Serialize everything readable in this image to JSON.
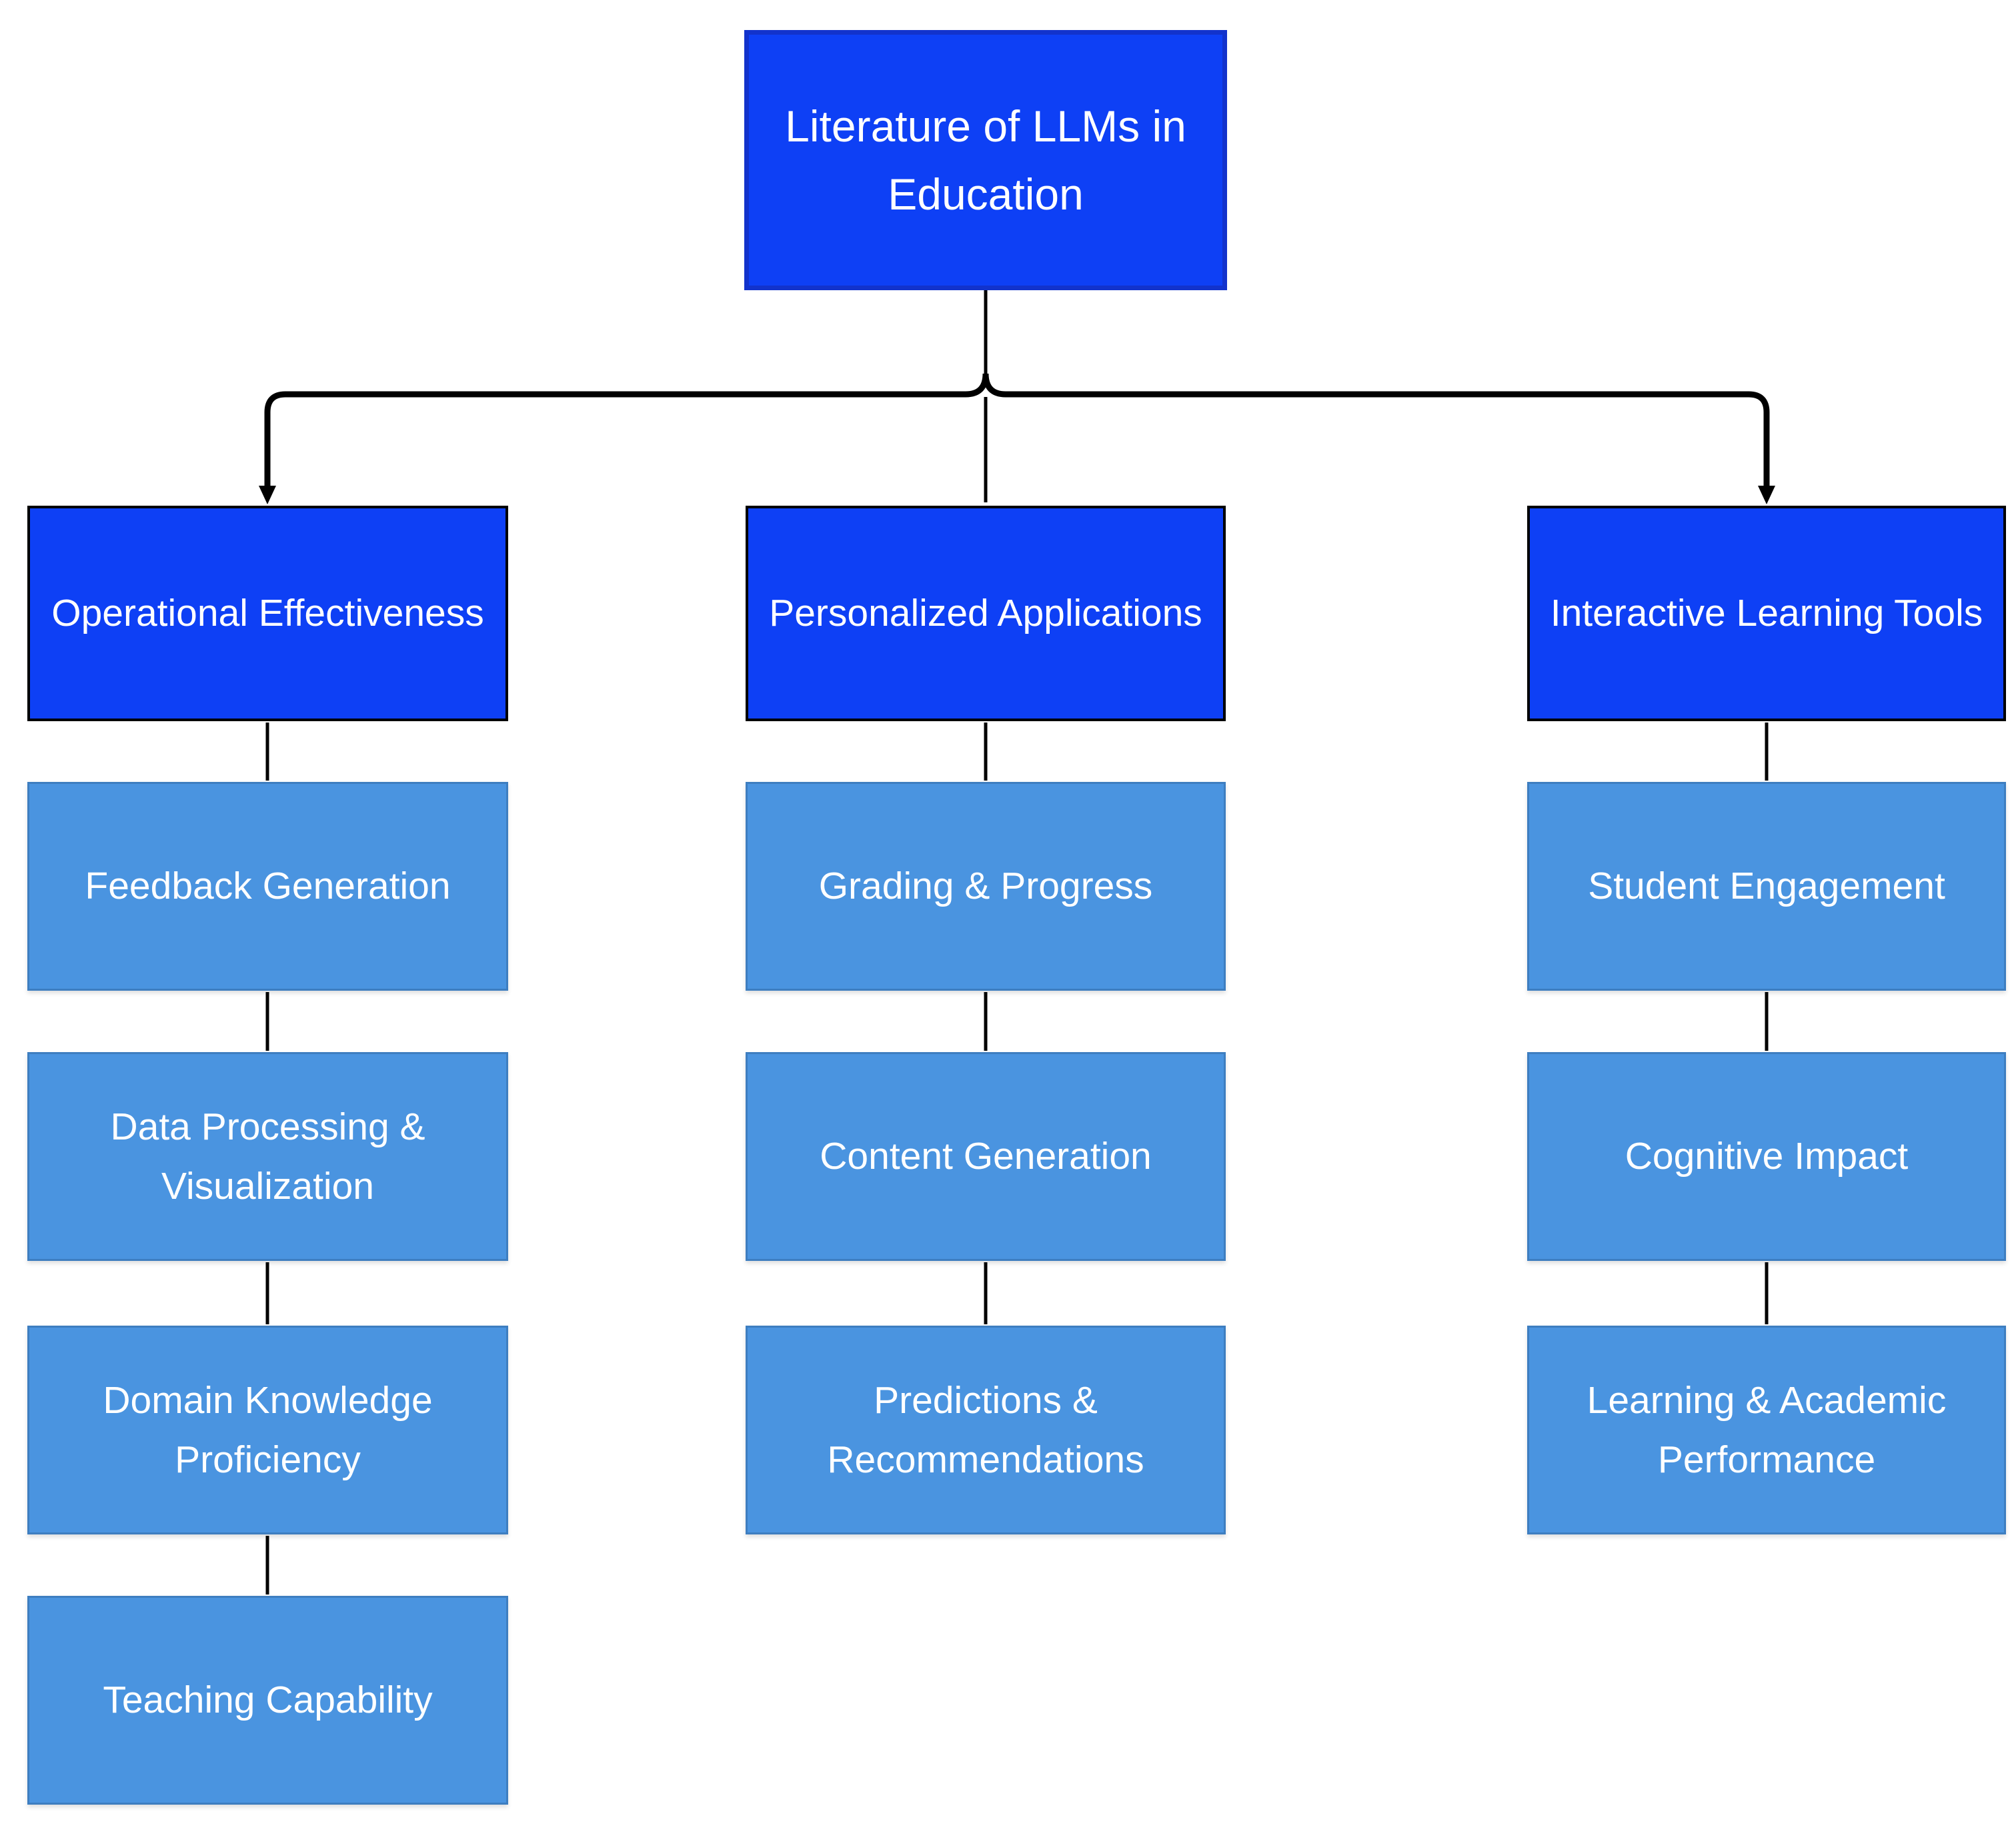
{
  "diagram_title": "Literature of LLMs in Education",
  "root": {
    "label": "Literature of LLMs in Education"
  },
  "columns": [
    {
      "header": {
        "label": "Operational Effectiveness"
      },
      "children": [
        {
          "label": "Feedback Generation"
        },
        {
          "label": "Data Processing & Visualization"
        },
        {
          "label": "Domain Knowledge Proficiency"
        },
        {
          "label": "Teaching Capability"
        }
      ]
    },
    {
      "header": {
        "label": "Personalized Applications"
      },
      "children": [
        {
          "label": "Grading & Progress"
        },
        {
          "label": "Content Generation"
        },
        {
          "label": "Predictions & Recommendations"
        }
      ]
    },
    {
      "header": {
        "label": "Interactive Learning Tools"
      },
      "children": [
        {
          "label": "Student Engagement"
        },
        {
          "label": "Cognitive Impact"
        },
        {
          "label": "Learning & Academic Performance"
        }
      ]
    }
  ],
  "colors": {
    "node_primary": "#0E40F5",
    "root_border": "#1233CC",
    "branch_border": "#000000",
    "node_secondary": "#4A94E0",
    "secondary_border": "#3E7EC0",
    "text": "#FFFFFF",
    "line": "#000000",
    "bg": "#FFFFFF"
  }
}
